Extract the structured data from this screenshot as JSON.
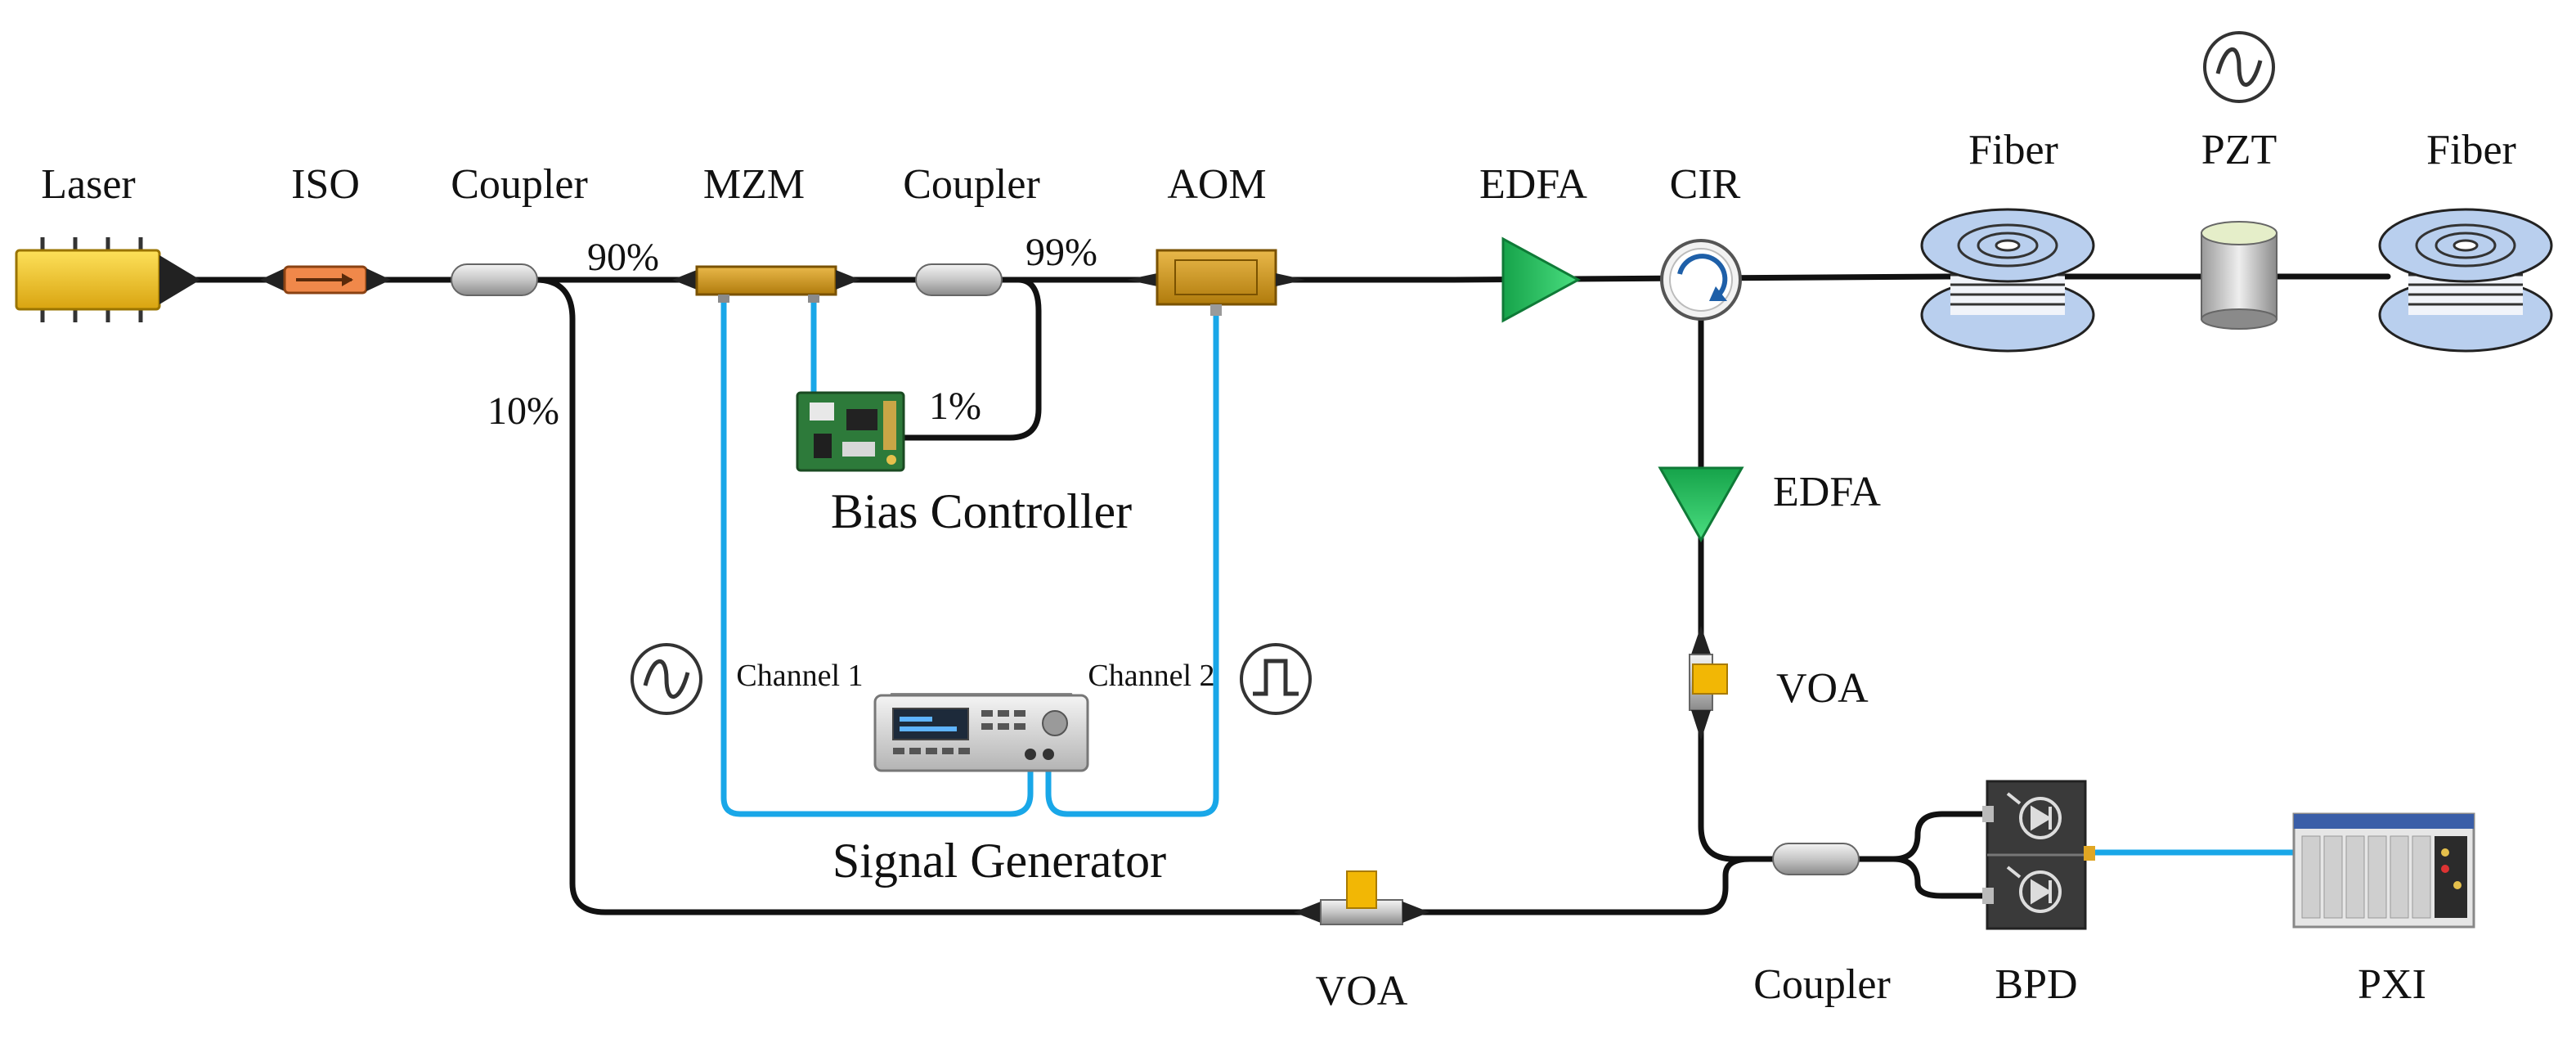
{
  "labels": {
    "laser": "Laser",
    "iso": "ISO",
    "coupler1": "Coupler",
    "mzm": "MZM",
    "coupler2": "Coupler",
    "aom": "AOM",
    "edfa1": "EDFA",
    "cir": "CIR",
    "fiber1": "Fiber",
    "pzt": "PZT",
    "fiber2": "Fiber",
    "bias_controller": "Bias Controller",
    "edfa2": "EDFA",
    "voa_right": "VOA",
    "channel1": "Channel 1",
    "channel2": "Channel 2",
    "signal_generator": "Signal Generator",
    "voa_bottom": "VOA",
    "coupler3": "Coupler",
    "bpd": "BPD",
    "pxi": "PXI"
  },
  "ratios": {
    "c1_out_main": "90%",
    "c1_out_tap": "10%",
    "c2_out_main": "99%",
    "c2_out_tap": "1%"
  },
  "icons": {
    "sine": "sine-wave-icon",
    "pulse": "pulse-wave-icon"
  },
  "colors": {
    "fiber": "#111111",
    "electrical": "#19a7e8",
    "edfa": "#22c55e",
    "laser": "#f2c21b",
    "modulator": "#c8930f",
    "iso": "#f0884a",
    "reel": "#b9cfee",
    "pcb": "#2d7a3a",
    "bpd": "#3a3a3a"
  }
}
